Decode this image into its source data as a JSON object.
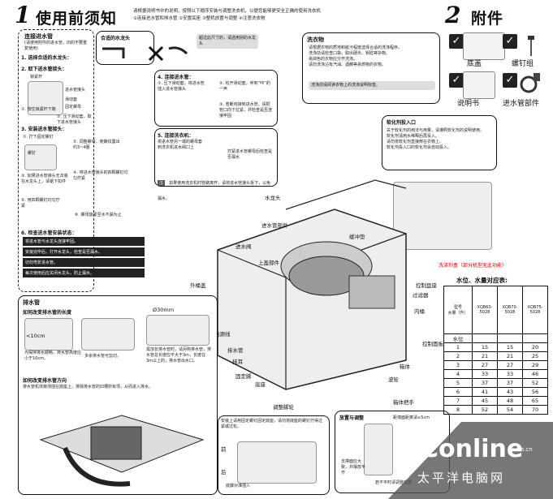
{
  "header": {
    "num1": "1",
    "title": "使用前须知",
    "intro": "请根据说明书中的说明，按照以下顺序安装与调整洗衣机，以便您能够更安全正确的使用洗衣机",
    "steps": "①连接进水管和排水管 ②安置底座 ③整机放置与调整 ④注意洗衣物",
    "num2": "2",
    "title2": "附件"
  },
  "accessories": [
    {
      "label": "底盖",
      "icon": "base-cover-icon"
    },
    {
      "label": "螺钉组",
      "icon": "screw-icon"
    },
    {
      "label": "说明书",
      "icon": "manual-icon"
    },
    {
      "label": "进水管部件",
      "icon": "inlet-hose-icon"
    }
  ],
  "inlet": {
    "title": "连接进水管",
    "note": "(请使用附件的进水管，旧的不要重复使用)",
    "s1": "1. 选择合适的水龙头：",
    "tap_title": "合适的水龙头",
    "s2": "2. 取下进水管接头：",
    "lock_nut": "锁紧杆",
    "inlet_joint": "进水管接头",
    "slide_sleeve": "滑动套",
    "fixing_nut": "固定螺母",
    "s2a": "①. 按住锁紧杆下端",
    "s2b": "②. 压下滑动套，取下进水管接头",
    "s3": "3. 安装进水管接头：",
    "s3a": "①. 拧下固定螺钉",
    "screw_label": "螺钉",
    "s3b": "②. 调整螺母，使螺纹露出约3~4圈",
    "s3c": "③. 如果进水管接头无法装在水龙头上，请锯下扣件",
    "s3d": "④. 将进水管接头的四颗螺钉均匀拧紧",
    "s3e": "⑤. 用四颗螺钉均匀拧紧",
    "s3f": "⑥. 螺母旋紧至水不漏为止",
    "s4": "4. 连接进水管：",
    "s4a": "①. 压下滑动套，将进水管插入进水管接头",
    "s4b": "②. 松开滑动套，听到“咔”的一声",
    "s4c": "③. 若断线接到进水管，请把管口向下拉紧，并检查是否连接牢固",
    "s5": "5. 连接洗衣机：",
    "s5a": "将进水管另一端的螺母套到洗衣机进水阀口上",
    "s5b": "拧紧进水管螺母后检查是否漏水",
    "check_title": "6. 检查进水管安装状态：",
    "checks": [
      "将进水管与水龙头连接牢固。",
      "安装完毕后，打开水龙头，检查是否漏水。",
      "切勿弯折进水管。",
      "每次使用后应关闭水龙头，防止漏水。"
    ],
    "note_badge": "注",
    "note_text": "如果使用洗衣机时管路离开，请将进水管接头拆下，以免漏水。",
    "warn": "超过此尺寸的，请选用别的水龙头"
  },
  "wash": {
    "title": "洗衣物",
    "items": [
      "请根据衣物的质地和脏污程度选择合适的洗涤程序。",
      "洗涤前请检查口袋，取出硬币、钥匙等杂物。",
      "易掉色的衣物应分开洗涤。",
      "请勿洗涤沾有汽油、酒精等易燃物的衣物。"
    ],
    "note": "洗涤前请阅读衣物上的洗涤说明标签。"
  },
  "softener": {
    "title": "软化剂投入口",
    "items": [
      "关于软化剂的用法与用量，请遵照软化剂的说明使用。",
      "软化剂请用水稀释后再投入。",
      "请勿将软化剂直接倒在衣物上。",
      "软化剂投入口的软化剂会自动投入。"
    ],
    "note": "洗涤剂盒（部分机型无此功能）"
  },
  "parts": {
    "tap": "水龙头",
    "inlet_hose": "进水管部件",
    "inlet_valve": "进水阀",
    "top_cover": "上盖部件",
    "shell": "外桶盖",
    "soft_pad": "缓冲垫",
    "control": "控制盘座",
    "filter": "过滤器",
    "inner": "内桶",
    "power_cord": "电源线",
    "drain_hose": "排水管",
    "hook": "挂耳",
    "base_foot": "固定脚",
    "base": "底座",
    "adj_foot": "调整脚轮",
    "cabinet": "箱体",
    "wheel": "波轮",
    "cab_handle": "箱体把手",
    "control_panel": "控制面板"
  },
  "drain": {
    "title": "排水管",
    "sub": "如何改变排水管的长度",
    "h1": "<10cm",
    "cap1": "为保持排水顺畅，排水管高度应小于10cm。",
    "cap2": "多余排水管可剪切。",
    "diam": "Ø30mm",
    "cap3": "需加长排水管时，请另购排水管，排水管总长度应不大于3m，长度在3m以上的，排水管出水口。",
    "sub2": "如何改变排水管方向",
    "cap4": "排水管机体旁测插在底座上，排除排水管的凹槽所有项，从而进入排水。"
  },
  "install": {
    "cap1": "安装上请用固定螺钉固定底座，请勿将底座的螺钉拧得过紧或过松。",
    "up": "前",
    "down": "后",
    "cap2": "底脚对准插入",
    "level_title": "放置与调整",
    "level_cap": "支撑面应大致，并摆放平齐",
    "dist": "距墙面距离请≥5cm",
    "note": "若不平时请调整底脚"
  },
  "levels": {
    "title": "水位、水量对应表:",
    "col_level": "水位",
    "col_model": "型号",
    "col_unit": "水量（升）",
    "models": [
      "XQB60-5028",
      "XQB70-5028",
      "XQB75-5028"
    ],
    "rows": [
      [
        "1",
        "15",
        "15",
        "20"
      ],
      [
        "2",
        "21",
        "21",
        "25"
      ],
      [
        "3",
        "27",
        "27",
        "29"
      ],
      [
        "4",
        "33",
        "33",
        "46"
      ],
      [
        "5",
        "37",
        "37",
        "52"
      ],
      [
        "6",
        "41",
        "43",
        "56"
      ],
      [
        "7",
        "45",
        "48",
        "65"
      ],
      [
        "8",
        "52",
        "54",
        "70"
      ]
    ]
  },
  "watermark": {
    "brand": "PConline",
    "domain": ".com.cn",
    "cn": "太平洋电脑网"
  }
}
